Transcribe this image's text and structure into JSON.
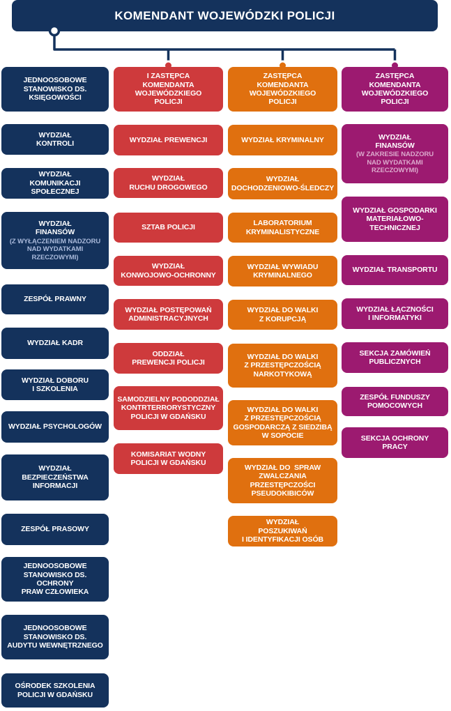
{
  "title": "KOMENDANT WOJEWÓDZKI POLICJI",
  "colors": {
    "navy": "#14325c",
    "red": "#ce3a3c",
    "orange": "#e0700f",
    "purple": "#9c1a70",
    "navy_sub": "#a9b9da",
    "purple_sub": "#dcaacd",
    "connector": "#14325c"
  },
  "columns": [
    {
      "name": "komendant-direct-units",
      "color": "navy",
      "boxes": [
        {
          "label": "JEDNOOSOBOWE\nSTANOWISKO DS.\nKSIĘGOWOŚCI"
        },
        {
          "label": "WYDZIAŁ\nKONTROLI"
        },
        {
          "label": "WYDZIAŁ\nKOMUNIKACJI\nSPOŁECZNEJ"
        },
        {
          "label": "WYDZIAŁ\nFINANSÓW",
          "sub": "(Z WYŁĄCZENIEM NADZORU\nNAD WYDATKAMI\nRZECZOWYMI)"
        },
        {
          "label": "ZESPÓŁ PRAWNY"
        },
        {
          "label": "WYDZIAŁ KADR"
        },
        {
          "label": "WYDZIAŁ DOBORU\nI SZKOLENIA"
        },
        {
          "label": "WYDZIAŁ PSYCHOLOGÓW"
        },
        {
          "label": "WYDZIAŁ\nBEZPIECZEŃSTWA\nINFORMACJI"
        },
        {
          "label": "ZESPÓŁ PRASOWY"
        },
        {
          "label": "JEDNOOSOBOWE\nSTANOWISKO DS.\nOCHRONY\nPRAW CZŁOWIEKA"
        },
        {
          "label": "JEDNOOSOBOWE\nSTANOWISKO DS.\nAUDYTU WEWNĘTRZNEGO"
        },
        {
          "label": "OŚRODEK SZKOLENIA\nPOLICJI W GDAŃSKU"
        }
      ]
    },
    {
      "name": "first-deputy-units",
      "color": "red",
      "boxes": [
        {
          "label": "I ZASTĘPCA\nKOMENDANTA\nWOJEWÓDZKIEGO\nPOLICJI"
        },
        {
          "label": "WYDZIAŁ PREWENCJI"
        },
        {
          "label": "WYDZIAŁ\nRUCHU DROGOWEGO"
        },
        {
          "label": "SZTAB POLICJI"
        },
        {
          "label": "WYDZIAŁ\nKONWOJOWO-OCHRONNY"
        },
        {
          "label": "WYDZIAŁ POSTĘPOWAŃ\nADMINISTRACYJNYCH"
        },
        {
          "label": "ODDZIAŁ\nPREWENCJI POLICJI"
        },
        {
          "label": "SAMODZIELNY PODODDZIAŁ\nKONTRTERRORYSTYCZNY\nPOLICJI W GDAŃSKU"
        },
        {
          "label": "KOMISARIAT WODNY\nPOLICJI W GDAŃSKU"
        }
      ]
    },
    {
      "name": "deputy-criminal-units",
      "color": "orange",
      "boxes": [
        {
          "label": "ZASTĘPCA\nKOMENDANTA\nWOJEWÓDZKIEGO\nPOLICJI"
        },
        {
          "label": "WYDZIAŁ KRYMINALNY"
        },
        {
          "label": "WYDZIAŁ\nDOCHODZENIOWO-ŚLEDCZY"
        },
        {
          "label": "LABORATORIUM\nKRYMINALISTYCZNE"
        },
        {
          "label": "WYDZIAŁ WYWIADU\nKRYMINALNEGO"
        },
        {
          "label": "WYDZIAŁ DO WALKI\nZ KORUPCJĄ"
        },
        {
          "label": "WYDZIAŁ DO WALKI\nZ PRZESTĘPCZOŚCIĄ\nNARKOTYKOWĄ"
        },
        {
          "label": "WYDZIAŁ DO WALKI\nZ PRZESTĘPCZOŚCIĄ\nGOSPODARCZĄ Z SIEDZIBĄ\nW SOPOCIE"
        },
        {
          "label": "WYDZIAŁ DO  SPRAW\nZWALCZANIA\nPRZESTĘPCZOŚCI\nPSEUDOKIBICÓW"
        },
        {
          "label": "WYDZIAŁ\nPOSZUKIWAŃ\nI IDENTYFIKACJI OSÓB"
        }
      ]
    },
    {
      "name": "deputy-logistics-units",
      "color": "purple",
      "boxes": [
        {
          "label": "ZASTĘPCA\nKOMENDANTA\nWOJEWÓDZKIEGO\nPOLICJI"
        },
        {
          "label": "WYDZIAŁ\nFINANSÓW",
          "sub": "(W ZAKRESIE NADZORU\nNAD WYDATKAMI\nRZECZOWYMI)"
        },
        {
          "label": "WYDZIAŁ GOSPODARKI\nMATERIAŁOWO-\nTECHNICZNEJ"
        },
        {
          "label": "WYDZIAŁ TRANSPORTU"
        },
        {
          "label": "WYDZIAŁ ŁĄCZNOŚCI\nI INFORMATYKI"
        },
        {
          "label": "SEKCJA ZAMÓWIEŃ\nPUBLICZNYCH"
        },
        {
          "label": "ZESPÓŁ FUNDUSZY\nPOMOCOWYCH"
        },
        {
          "label": "SEKCJA OCHRONY\nPRACY"
        }
      ]
    }
  ]
}
